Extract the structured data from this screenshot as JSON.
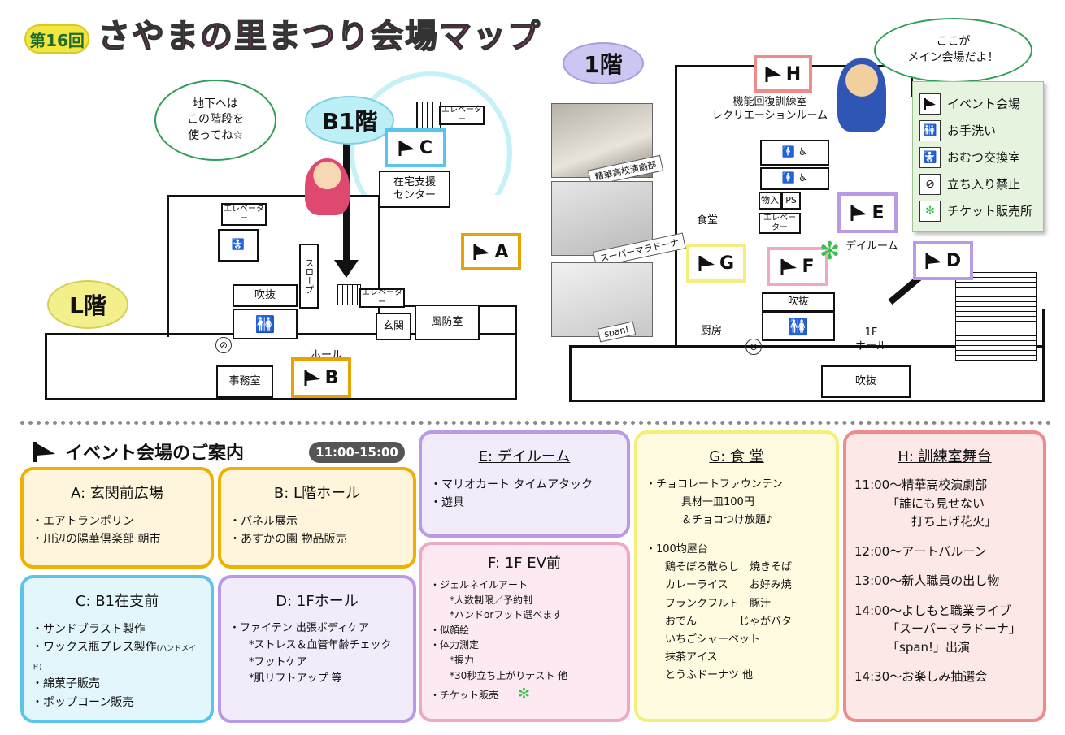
{
  "header": {
    "badge": "第16回",
    "title": "さやまの里まつり会場マップ"
  },
  "floors": {
    "l": "L階",
    "b1": "B1階",
    "f1": "1階"
  },
  "bubbles": {
    "left": [
      "地下へは",
      "この階段を",
      "使ってね☆"
    ],
    "right": [
      "ここが",
      "メイン会場だよ！"
    ]
  },
  "markers": {
    "a": "A",
    "b": "B",
    "c": "C",
    "d": "D",
    "e": "E",
    "f": "F",
    "g": "G",
    "h": "H"
  },
  "rooms": {
    "elevator": "エレベーター",
    "zaitaku": "在宅支援\nセンター",
    "fukinuke": "吹抜",
    "slope": "スロープ",
    "genkan": "玄関",
    "fuboshitsu": "風防室",
    "hall": "ホール",
    "jimushitsu": "事務室",
    "kinou": "機能回復訓練室\nレクリエーションルーム",
    "shokudo": "食堂",
    "nyuu": "物入",
    "ps": "PS",
    "dayroom": "デイルーム",
    "chubo": "厨房",
    "hall1f": "1F\nホール"
  },
  "photos": {
    "p1": "精華高校演劇部",
    "p2": "スーパーマラドーナ",
    "p3": "span!"
  },
  "legend": [
    {
      "icon": "flag-icon",
      "label": "イベント会場"
    },
    {
      "icon": "restroom-icon",
      "label": "お手洗い"
    },
    {
      "icon": "baby-icon",
      "label": "おむつ交換室"
    },
    {
      "icon": "no-entry-icon",
      "label": "立ち入り禁止"
    },
    {
      "icon": "ticket-icon",
      "label": "チケット販売所"
    }
  ],
  "guide": {
    "title": "イベント会場のご案内",
    "time": "11:00-15:00"
  },
  "boxes": {
    "a": {
      "title": "A: 玄関前広場",
      "items": [
        "・エアトランポリン",
        "・川辺の陽華倶楽部 朝市"
      ]
    },
    "b": {
      "title": "B: L階ホール",
      "items": [
        "・パネル展示",
        "・あすかの園 物品販売"
      ]
    },
    "c": {
      "title": "C: B1在支前",
      "items": [
        "・サンドブラスト製作",
        "・ワックス瓶プレス製作",
        "・綿菓子販売",
        "・ポップコーン販売"
      ]
    },
    "c_note": "(ハンドメイド)",
    "d": {
      "title": "D: 1Fホール",
      "items": [
        "・ファイテン 出張ボディケア",
        "*ストレス＆血管年齢チェック",
        "*フットケア",
        "*肌リフトアップ 等"
      ]
    },
    "e": {
      "title": "E: デイルーム",
      "items": [
        "・マリオカート タイムアタック",
        "・遊具"
      ]
    },
    "f": {
      "title": "F: 1F EV前",
      "items": [
        "・ジェルネイルアート",
        "*人数制限／予約制",
        "*ハンドorフット選べます",
        "・似顔絵",
        "・体力測定",
        "*握力",
        "*30秒立ち上がりテスト 他",
        "・チケット販売"
      ]
    },
    "g": {
      "title": "G: 食 堂",
      "items": [
        "・チョコレートファウンテン",
        "具材一皿100円",
        "＆チョコつけ放題♪",
        "・100均屋台",
        "鶏そぼろ散らし",
        "焼きそば",
        "カレーライス",
        "お好み焼",
        "フランクフルト",
        "豚汁",
        "おでん",
        "じゃがバタ",
        "いちごシャーベット",
        "抹茶アイス",
        "とうふドーナツ 他"
      ]
    },
    "h": {
      "title": "H: 訓練室舞台",
      "items": [
        "11:00～精華高校演劇部",
        "「誰にも見せない",
        "打ち上げ花火」",
        "12:00～アートバルーン",
        "13:00～新人職員の出し物",
        "14:00～よしもと職業ライブ",
        "「スーパーマラドーナ」",
        "「span!」出演",
        "14:30～お楽しみ抽選会"
      ]
    }
  },
  "colors": {
    "a": "#f0b000",
    "b": "#f0b000",
    "c": "#5bc4ee",
    "d": "#b99ae6",
    "e": "#b99ae6",
    "f": "#f0a8c8",
    "g": "#f3ef7a",
    "h": "#f08b8b",
    "bubble": "#2f9e59",
    "circle": "#bfeef7"
  }
}
